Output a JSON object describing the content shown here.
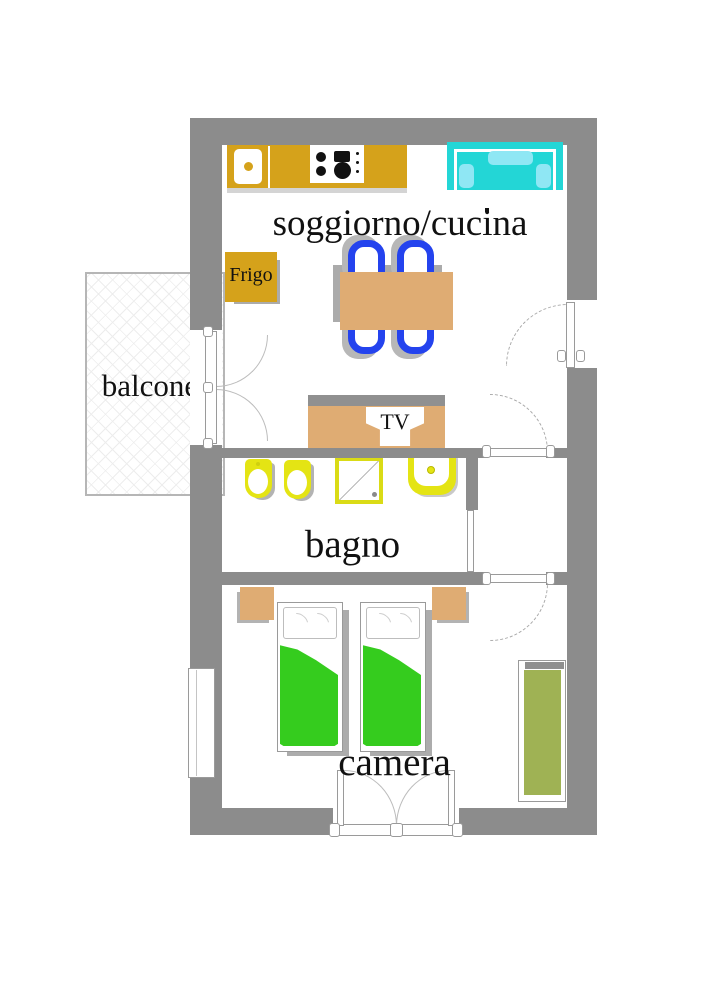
{
  "rooms": {
    "living_kitchen": "soggiorno/cucina",
    "balcony": "balcone",
    "bathroom": "bagno",
    "bedroom": "camera"
  },
  "labels": {
    "fridge": "Frigo",
    "tv": "TV"
  },
  "colors": {
    "wall": "#8C8C8C",
    "counter_gold": "#D5A21B",
    "sofa_cyan": "#23D6D6",
    "sofa_cushion": "#8FE7F4",
    "table_tan": "#DFAC73",
    "chair_blue": "#2443EE",
    "bed_green": "#35CC1E",
    "wardrobe_olive": "#9FB254",
    "fixture_yellow": "#E4E414",
    "shadow_gray": "#ABABAB"
  }
}
